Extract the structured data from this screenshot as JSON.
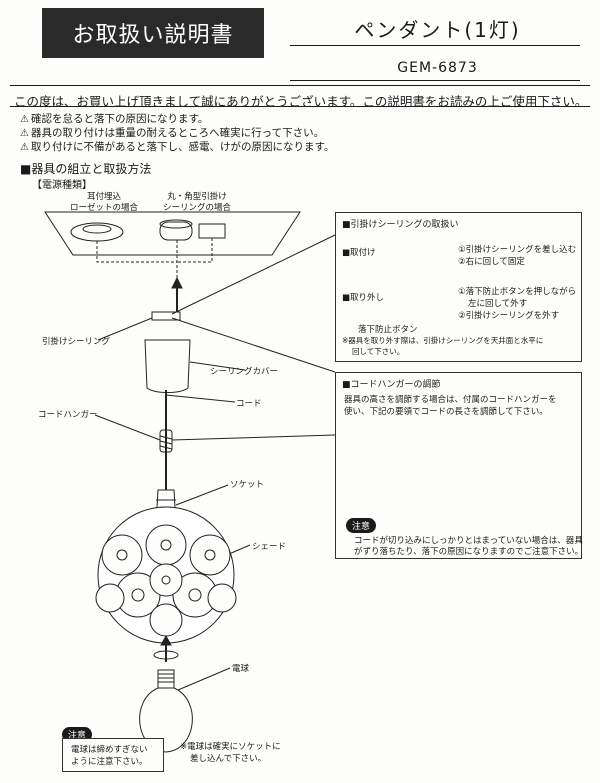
{
  "header": {
    "title": "お取扱い説明書",
    "product": "ペンダント(1灯)",
    "model": "GEM-6873"
  },
  "intro": "この度は、お買い上げ頂きまして誠にありがとうございます。この説明書をお読みの上ご使用下さい。",
  "warnings": [
    "確認を怠ると落下の原因になります。",
    "器具の取り付けは重量の耐えるところへ確実に行って下さい。",
    "取り付けに不備があると落下し、感電、けがの原因になります。"
  ],
  "section_title": "■器具の組立と取扱方法",
  "power_type": "【電源種類】",
  "ceiling": {
    "label_left_1": "耳付埋込",
    "label_left_2": "ローゼットの場合",
    "label_right_1": "丸・角型引掛け",
    "label_right_2": "シーリングの場合"
  },
  "parts": {
    "hook_ceiling": "引掛けシーリング",
    "ceiling_cover": "シーリングカバー",
    "cord": "コード",
    "cord_hanger": "コードハンガー",
    "socket": "ソケット",
    "shade": "シェード",
    "bulb": "電球"
  },
  "box1": {
    "title": "■引掛けシーリングの取扱い",
    "attach_label": "■取付け",
    "attach_step1": "①引掛けシーリングを差し込む",
    "attach_step2": "②右に回して固定",
    "remove_label": "■取り外し",
    "remove_step1a": "①落下防止ボタンを押しながら",
    "remove_step1b": "左に回して外す",
    "remove_step2": "②引掛けシーリングを外す",
    "button_label": "落下防止ボタン",
    "note_a": "※器具を取り外す際は、引掛けシーリングを天井面と水平に",
    "note_b": "回して下さい。"
  },
  "box2": {
    "title": "■コードハンガーの調節",
    "text_a": "器具の高さを調節する場合は、付属のコードハンガーを",
    "text_b": "使い、下記の要領でコードの長さを調節して下さい。",
    "caution": "注意",
    "caution_a": "コードが切り込みにしっかりとはまっていない場合は、器具",
    "caution_b": "がずり落ちたり、落下の原因になりますのでご注意下さい。"
  },
  "bottom": {
    "caution": "注意",
    "caution_a": "電球は締めすぎない",
    "caution_b": "ように注意下さい。",
    "note_a": "※電球は確実にソケットに",
    "note_b": "差し込んで下さい。"
  }
}
